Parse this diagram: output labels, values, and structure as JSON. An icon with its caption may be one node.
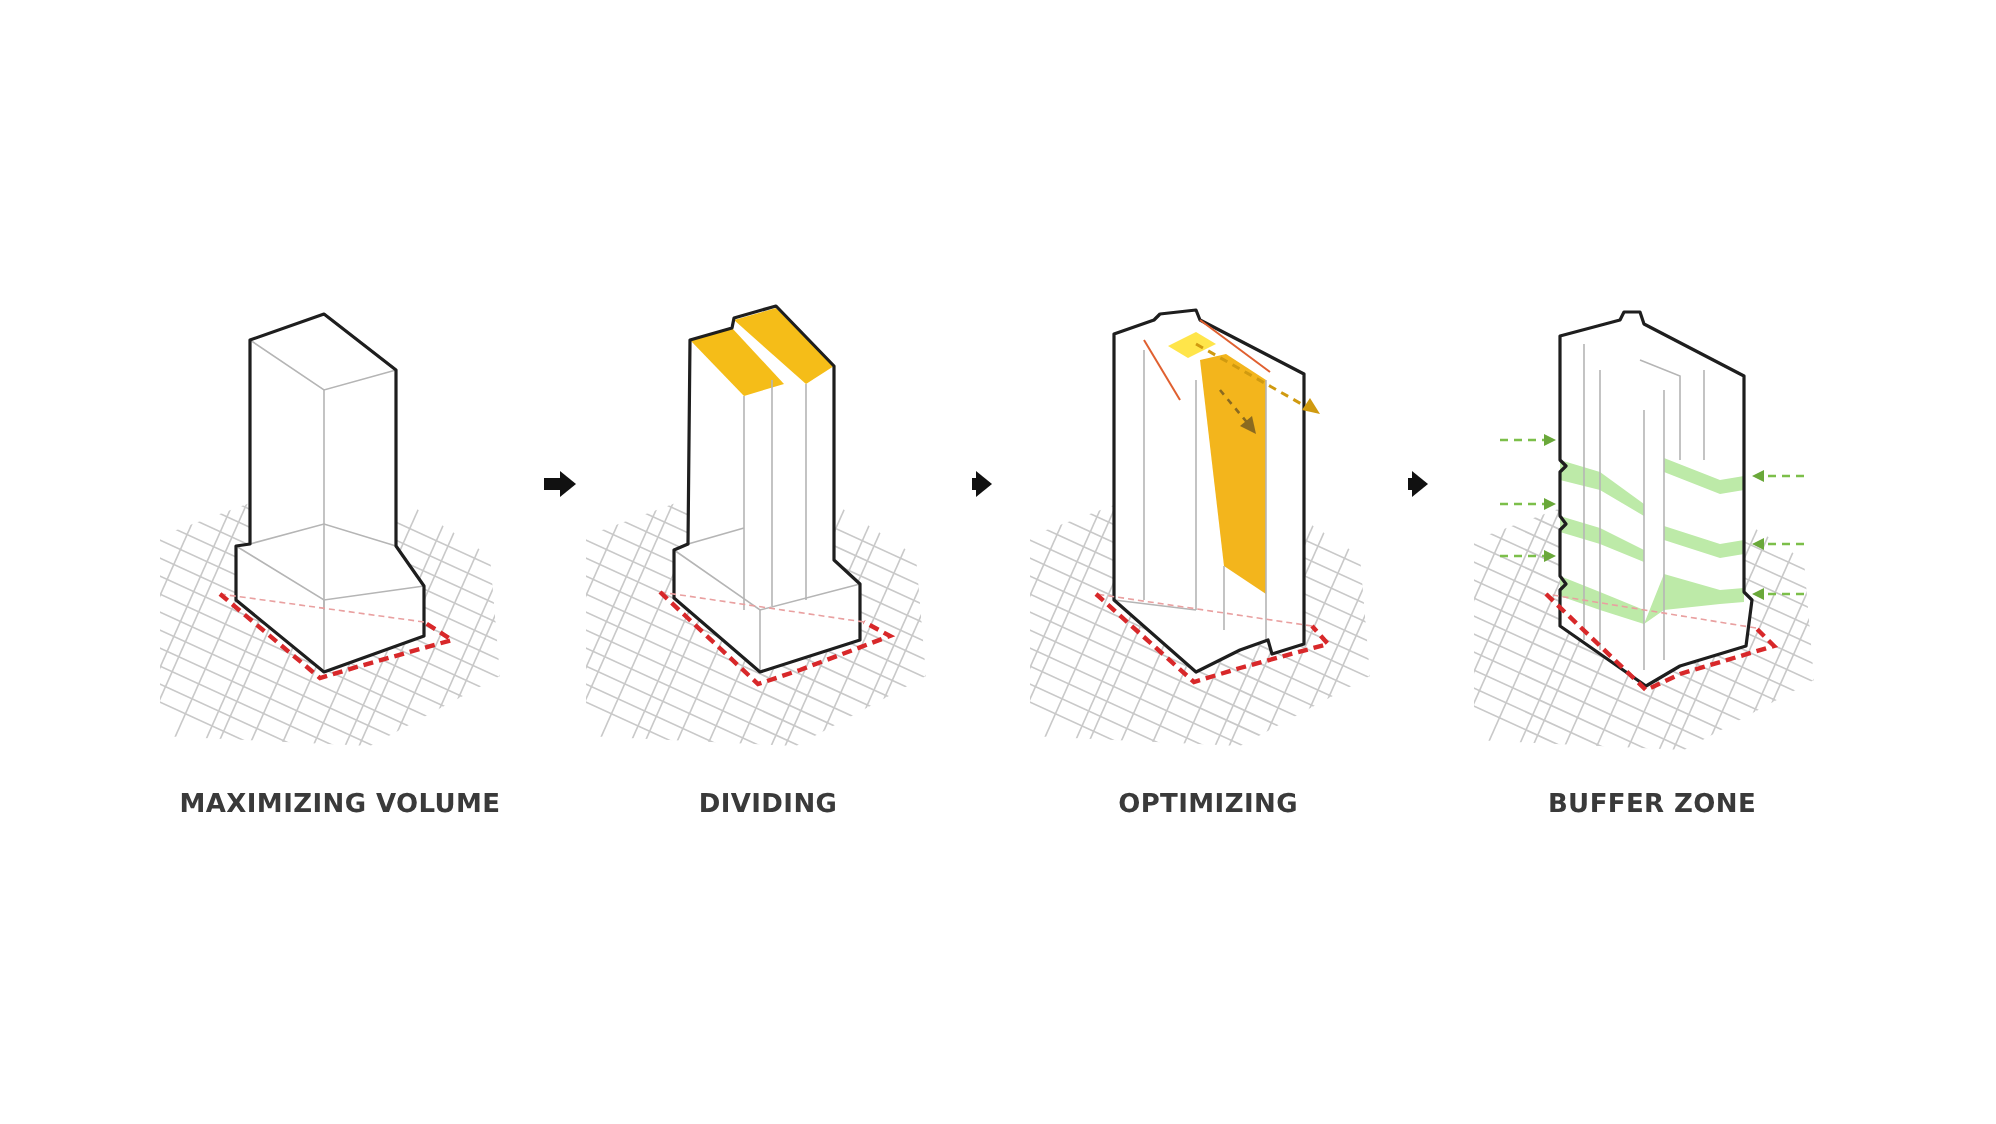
{
  "diagram": {
    "nodes": [
      {
        "text": [
          "MAXIMIZING VOLUME"
        ]
      },
      {
        "text": [
          "DIVIDING"
        ]
      },
      {
        "text": [
          "OPTIMIZING"
        ]
      },
      {
        "text": [
          "BUFFER ZONE"
        ]
      }
    ],
    "edges": [
      {
        "from": 0,
        "to": 1,
        "arrow": "to"
      },
      {
        "from": 1,
        "to": 2,
        "arrow": "to"
      },
      {
        "from": 2,
        "to": 3,
        "arrow": "to"
      }
    ]
  }
}
